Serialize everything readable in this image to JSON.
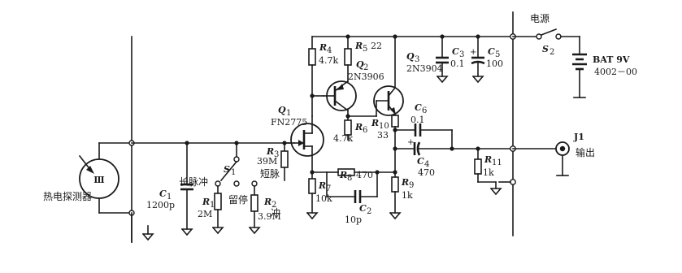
{
  "detector": {
    "label": "热电探测器",
    "symbol": "Ⅲ"
  },
  "power": {
    "title": "电源",
    "switch": "S",
    "switch_sub": "2",
    "battery": "BAT 9V",
    "battery_part": "4002－00"
  },
  "output": {
    "jack": "J1",
    "label": "输出"
  },
  "switch1": {
    "name": "S",
    "sub": "1"
  },
  "modes": {
    "long_pulse": "长脉冲",
    "hold": "留停",
    "short_pulse_1": "短脉",
    "short_pulse_2": "冲"
  },
  "components": {
    "C1": {
      "name": "C",
      "sub": "1",
      "value": "1200p"
    },
    "R1": {
      "name": "R",
      "sub": "1",
      "value": "2M"
    },
    "R2": {
      "name": "R",
      "sub": "2",
      "value": "3.9M"
    },
    "R3": {
      "name": "R",
      "sub": "3",
      "value": "39M"
    },
    "R4": {
      "name": "R",
      "sub": "4",
      "value": "4.7k"
    },
    "R5": {
      "name": "R",
      "sub": "5",
      "value": "22"
    },
    "R6": {
      "name": "R",
      "sub": "6",
      "value": "4.7k"
    },
    "R7": {
      "name": "R",
      "sub": "7",
      "value": "10k"
    },
    "R8": {
      "name": "R",
      "sub": "8",
      "value": "470"
    },
    "R9": {
      "name": "R",
      "sub": "9",
      "value": "1k"
    },
    "R10": {
      "name": "R",
      "sub": "10",
      "value": "33"
    },
    "R11": {
      "name": "R",
      "sub": "11",
      "value": "1k"
    },
    "C2": {
      "name": "C",
      "sub": "2",
      "value": "10p"
    },
    "C3": {
      "name": "C",
      "sub": "3",
      "value": "0.1"
    },
    "C4": {
      "name": "C",
      "sub": "4",
      "value": "470"
    },
    "C5": {
      "name": "C",
      "sub": "5",
      "value": "100"
    },
    "C6": {
      "name": "C",
      "sub": "6",
      "value": "0.1"
    },
    "Q1": {
      "name": "Q",
      "sub": "1",
      "part": "FN2775"
    },
    "Q2": {
      "name": "Q",
      "sub": "2",
      "part": "2N3906"
    },
    "Q3": {
      "name": "Q",
      "sub": "3",
      "part": "2N3904"
    }
  }
}
